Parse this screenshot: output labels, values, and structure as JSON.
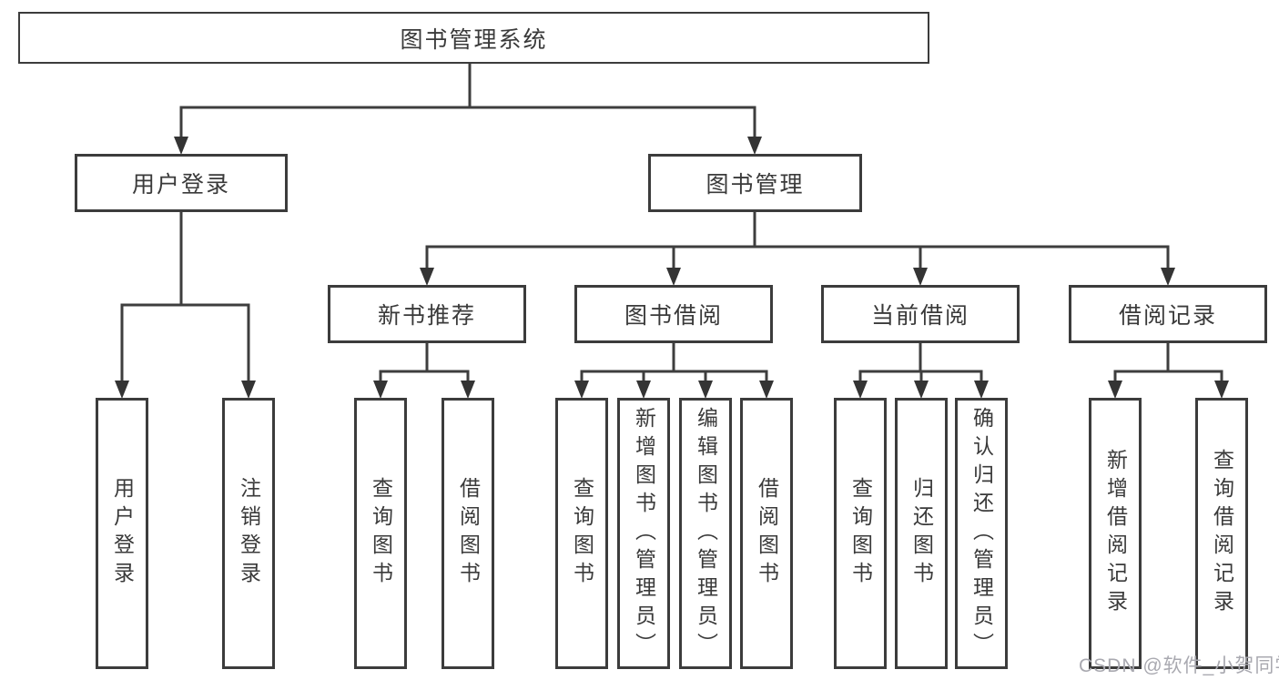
{
  "nodes": {
    "root": "图书管理系统",
    "level2": [
      "用户登录",
      "图书管理"
    ],
    "level3": [
      "新书推荐",
      "图书借阅",
      "当前借阅",
      "借阅记录"
    ],
    "leaves": [
      "用户登录",
      "注销登录",
      "查询图书",
      "借阅图书",
      "查询图书",
      "新增图书（管理员）",
      "编辑图书（管理员）",
      "借阅图书",
      "查询图书",
      "归还图书",
      "确认归还（管理员）",
      "新增借阅记录",
      "查询借阅记录"
    ]
  },
  "watermark": "CSDN @软件_小贺同学",
  "colors": {
    "line": "#3e3e3e",
    "box_border": "#3c3c3c",
    "text": "#3a3a3a",
    "watermark": "#a9a9b0",
    "background": "#ffffff"
  }
}
